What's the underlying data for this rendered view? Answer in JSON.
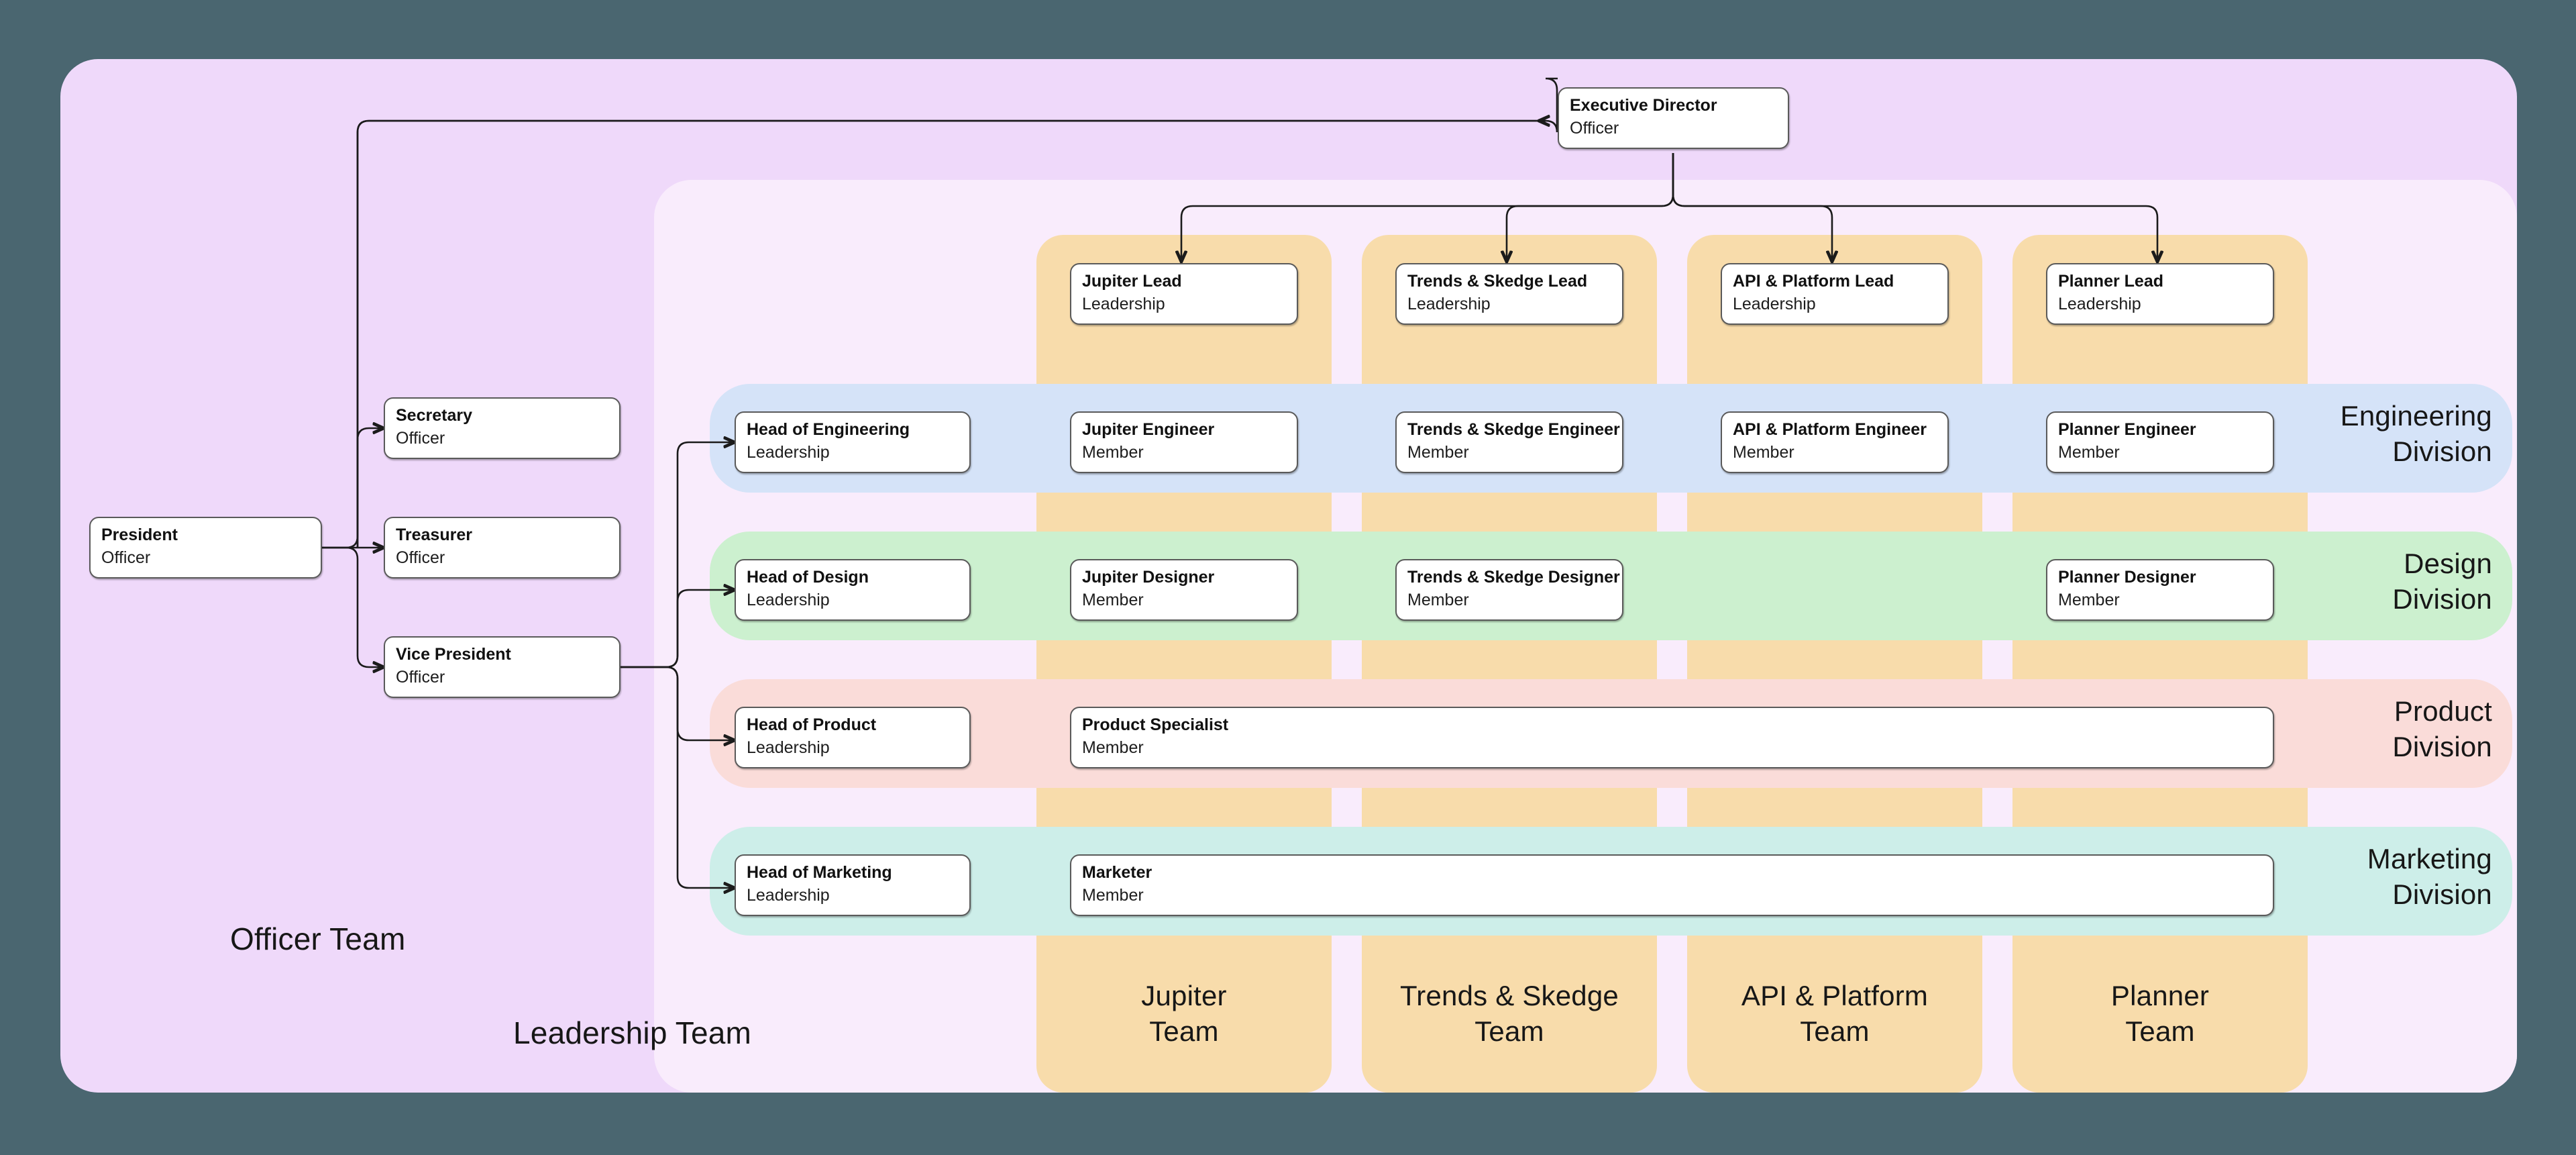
{
  "background_color": "#4a6670",
  "containers": {
    "officer_team": {
      "label": "Officer Team",
      "color": "#efd9fa"
    },
    "leadership_team": {
      "label": "Leadership Team",
      "color": "#f9ecfc"
    }
  },
  "team_columns": [
    {
      "id": "jupiter",
      "label": "Jupiter\nTeam",
      "color": "#f8dcab"
    },
    {
      "id": "trends",
      "label": "Trends & Skedge\nTeam",
      "color": "#f8dcab"
    },
    {
      "id": "api",
      "label": "API & Platform\nTeam",
      "color": "#f8dcab"
    },
    {
      "id": "planner",
      "label": "Planner\nTeam",
      "color": "#f8dcab"
    }
  ],
  "divisions": [
    {
      "id": "engineering",
      "label": "Engineering\nDivision",
      "color": "#d5e3f8"
    },
    {
      "id": "design",
      "label": "Design\nDivision",
      "color": "#ccf0cf"
    },
    {
      "id": "product",
      "label": "Product\nDivision",
      "color": "#fadcd9"
    },
    {
      "id": "marketing",
      "label": "Marketing\nDivision",
      "color": "#cdeee9"
    }
  ],
  "nodes": {
    "president": {
      "title": "President",
      "role": "Officer"
    },
    "secretary": {
      "title": "Secretary",
      "role": "Officer"
    },
    "treasurer": {
      "title": "Treasurer",
      "role": "Officer"
    },
    "vice_president": {
      "title": "Vice President",
      "role": "Officer"
    },
    "executive_director": {
      "title": "Executive Director",
      "role": "Officer"
    },
    "jupiter_lead": {
      "title": "Jupiter Lead",
      "role": "Leadership"
    },
    "trends_lead": {
      "title": "Trends & Skedge Lead",
      "role": "Leadership"
    },
    "api_lead": {
      "title": "API & Platform Lead",
      "role": "Leadership"
    },
    "planner_lead": {
      "title": "Planner Lead",
      "role": "Leadership"
    },
    "head_engineering": {
      "title": "Head of Engineering",
      "role": "Leadership"
    },
    "jupiter_engineer": {
      "title": "Jupiter Engineer",
      "role": "Member"
    },
    "trends_engineer": {
      "title": "Trends & Skedge Engineer",
      "role": "Member"
    },
    "api_engineer": {
      "title": "API & Platform Engineer",
      "role": "Member"
    },
    "planner_engineer": {
      "title": "Planner Engineer",
      "role": "Member"
    },
    "head_design": {
      "title": "Head of Design",
      "role": "Leadership"
    },
    "jupiter_designer": {
      "title": "Jupiter Designer",
      "role": "Member"
    },
    "trends_designer": {
      "title": "Trends & Skedge Designer",
      "role": "Member"
    },
    "planner_designer": {
      "title": "Planner Designer",
      "role": "Member"
    },
    "head_product": {
      "title": "Head of Product",
      "role": "Leadership"
    },
    "product_specialist": {
      "title": "Product Specialist",
      "role": "Member"
    },
    "head_marketing": {
      "title": "Head of Marketing",
      "role": "Leadership"
    },
    "marketer": {
      "title": "Marketer",
      "role": "Member"
    }
  }
}
